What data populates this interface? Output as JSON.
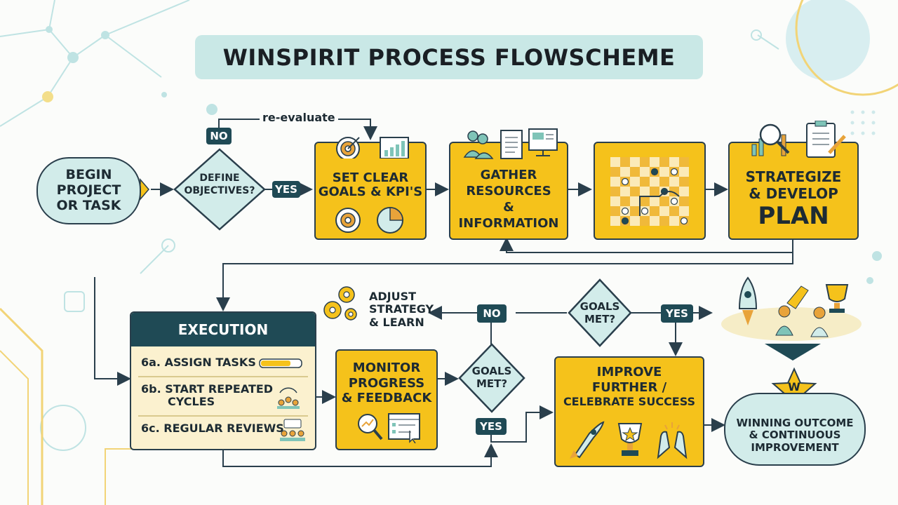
{
  "title": "WINSPIRIT PROCESS FLOWSCHEME",
  "colors": {
    "accent": "#f5c21b",
    "teal": "#d2ecea",
    "dark": "#1f4a55",
    "outline": "#2a3f4c"
  },
  "nodes": {
    "begin": {
      "line1": "BEGIN",
      "line2": "PROJECT",
      "line3": "OR TASK"
    },
    "define": {
      "line1": "DEFINE",
      "line2": "OBJECTIVES?"
    },
    "goals_kpi": {
      "line1": "SET CLEAR",
      "line2": "GOALS & KPI'S",
      "icons": [
        "target-icon",
        "bar-chart-icon",
        "pie-chart-icon"
      ]
    },
    "gather": {
      "line1": "GATHER",
      "line2": "RESOURCES",
      "line3": "&",
      "line4": "INFORMATION",
      "icons": [
        "people-icon",
        "document-icon",
        "monitor-icon"
      ]
    },
    "chess": {
      "icons": [
        "chessboard-icon"
      ]
    },
    "strategize": {
      "line1": "STRATEGIZE",
      "line2": "& DEVELOP",
      "line3": "PLAN",
      "icons": [
        "magnifier-chart-icon",
        "clipboard-icon"
      ]
    },
    "execution": {
      "header": "EXECUTION",
      "items": [
        {
          "num": "6a.",
          "label": "ASSIGN TASKS",
          "icon": "progress-bar-icon"
        },
        {
          "num": "6b.",
          "label": "START REPEATED",
          "label2": "CYCLES",
          "icon": "cycle-team-icon"
        },
        {
          "num": "6c.",
          "label": "REGULAR REVIEWS",
          "icon": "meeting-icon"
        }
      ]
    },
    "monitor": {
      "line1": "MONITOR",
      "line2": "PROGRESS",
      "line3": "& FEEDBACK"
    },
    "goals_met_low": {
      "line1": "GOALS",
      "line2": "MET?"
    },
    "goals_met_high": {
      "line1": "GOALS",
      "line2": "MET?"
    },
    "adjust": {
      "line1": "ADJUST",
      "line2": "STRATEGY",
      "line3": "& LEARN",
      "icon": "gears-icon"
    },
    "improve": {
      "line1": "IMPROVE",
      "line2": "FURTHER /",
      "line3": "CELEBRATE SUCCESS"
    },
    "winning": {
      "badge": "W",
      "line1": "WINNING OUTCOME",
      "line2": "& CONTINUOUS",
      "line3": "IMPROVEMENT"
    }
  },
  "labels": {
    "reevaluate": "re-evaluate",
    "no_top": "NO",
    "yes_define": "YES",
    "no_goals": "NO",
    "yes_goals_high": "YES",
    "yes_goals_low": "YES"
  }
}
